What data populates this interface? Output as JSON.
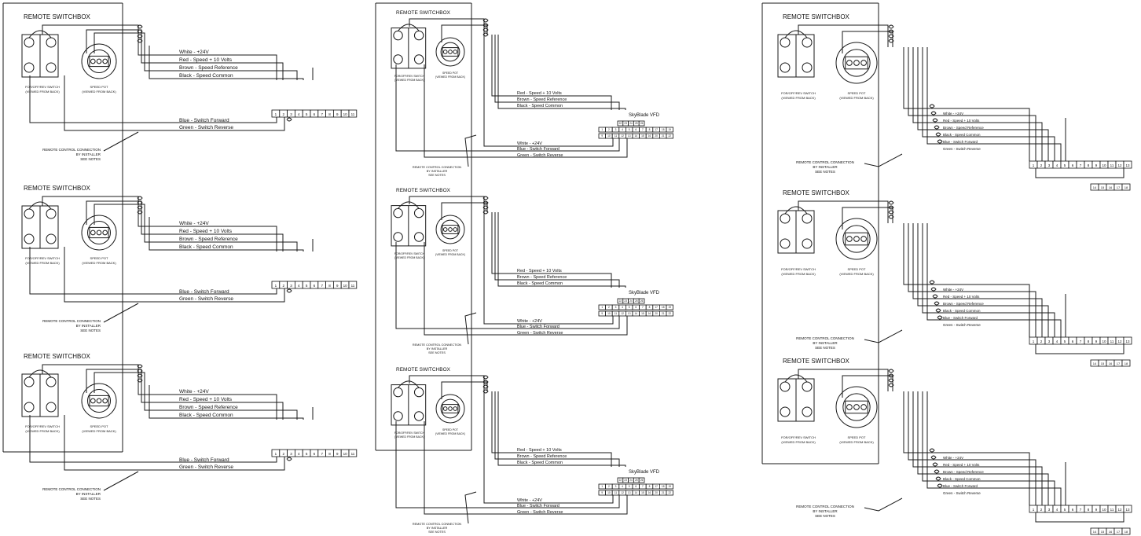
{
  "labels": {
    "switchbox_title": "REMOTE SWITCHBOX",
    "switch_caption_1": "FOR/OFF/REV SWITCH",
    "switch_caption_2": "(VIEWED FROM BACK)",
    "pot_caption_1": "SPEED POT",
    "pot_caption_2": "(VIEWED FROM BACK)",
    "remote_1": "REMOTE CONTROL CONNECTION",
    "remote_2": "BY INSTALLER",
    "remote_3": "SEE NOTES",
    "vfd_title": "SkyBlade VFD"
  },
  "wires": {
    "white": "White - +24V",
    "red": "Red - Speed + 10 Volts",
    "brown": "Brown - Speed Reference",
    "black": "Black - Speed Common",
    "blue": "Blue - Switch Forward",
    "green": "Green - Switch Reverse"
  },
  "terminals": {
    "col1": [
      "1",
      "2",
      "3",
      "4",
      "5",
      "6",
      "7",
      "8",
      "9",
      "10",
      "11"
    ],
    "col2_top": [
      "22",
      "23",
      "24",
      "25",
      "26"
    ],
    "col2_mid": [
      "1",
      "2",
      "3",
      "4",
      "5",
      "6",
      "7",
      "8",
      "17",
      "18",
      "19"
    ],
    "col2_bot": [
      "9",
      "10",
      "11",
      "12",
      "13",
      "14",
      "15",
      "16",
      "20",
      "21",
      "22"
    ],
    "col3_top": [
      "1",
      "2",
      "3",
      "4",
      "5",
      "6",
      "7",
      "8",
      "9",
      "10",
      "11",
      "12",
      "13"
    ],
    "col3_bot": [
      "14",
      "15",
      "16",
      "17",
      "18"
    ]
  },
  "colors": {
    "line": "#1a1a1a",
    "accent_red": "#cc0000",
    "accent_green": "#2e9e4f"
  }
}
